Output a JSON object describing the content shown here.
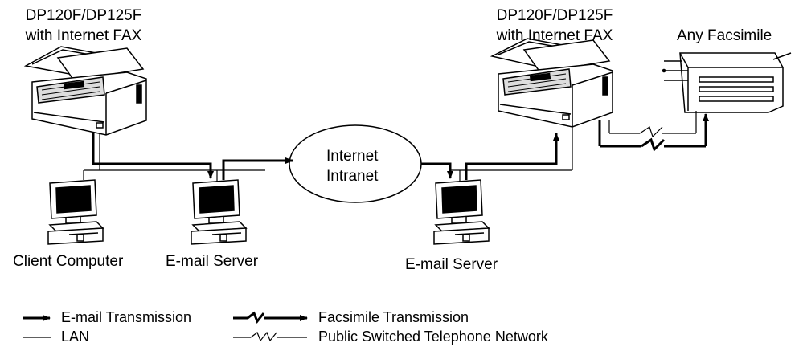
{
  "left_fax": {
    "model_label": "DP120F/DP125F",
    "feature_label": "with Internet FAX"
  },
  "right_fax": {
    "model_label": "DP120F/DP125F",
    "feature_label": "with Internet FAX"
  },
  "any_facsimile_label": "Any Facsimile",
  "client_computer_label": "Client Computer",
  "email_server_left_label": "E-mail Server",
  "email_server_right_label": "E-mail Server",
  "internet_cloud": {
    "line1": "Internet",
    "line2": "Intranet"
  },
  "legend": {
    "email_transmission": "E-mail Transmission",
    "facsimile_transmission": "Facsimile Transmission",
    "lan": "LAN",
    "pstn": "Public Switched Telephone Network"
  }
}
